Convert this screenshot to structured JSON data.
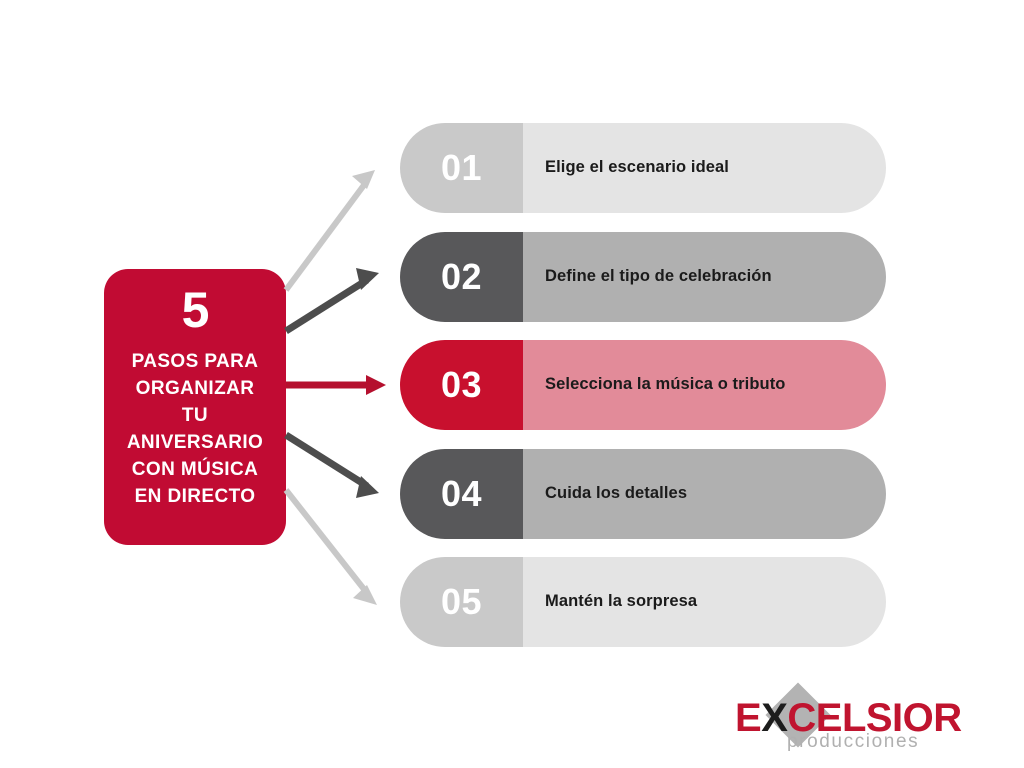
{
  "hero": {
    "number": "5",
    "subtitle": "PASOS PARA\nORGANIZAR\nTU\nANIVERSARIO\nCON MÚSICA\nEN DIRECTO",
    "background_color": "#c10b33",
    "text_color": "#ffffff"
  },
  "steps": [
    {
      "number": "01",
      "label": "Elige el escenario ideal",
      "number_bg": "#c9c9c9",
      "text_bg": "#e4e4e4",
      "arrow_color": "#c8c8c8"
    },
    {
      "number": "02",
      "label": "Define el tipo de celebración",
      "number_bg": "#58585a",
      "text_bg": "#b0b0b0",
      "arrow_color": "#4d4d4d"
    },
    {
      "number": "03",
      "label": "Selecciona la música o tributo",
      "number_bg": "#c8102e",
      "text_bg": "#e28b99",
      "arrow_color": "#b5102e"
    },
    {
      "number": "04",
      "label": "Cuida los detalles",
      "number_bg": "#58585a",
      "text_bg": "#b0b0b0",
      "arrow_color": "#4d4d4d"
    },
    {
      "number": "05",
      "label": "Mantén la sorpresa",
      "number_bg": "#c9c9c9",
      "text_bg": "#e4e4e4",
      "arrow_color": "#c8c8c8"
    }
  ],
  "logo": {
    "brand_prefix": "E",
    "brand_x": "X",
    "brand_suffix": "CELSIOR",
    "tagline": "producciones",
    "red": "#c0142f",
    "dark": "#1c1c1c",
    "diamond_color": "#b3b3b3",
    "tagline_color": "#b0b0b0"
  }
}
